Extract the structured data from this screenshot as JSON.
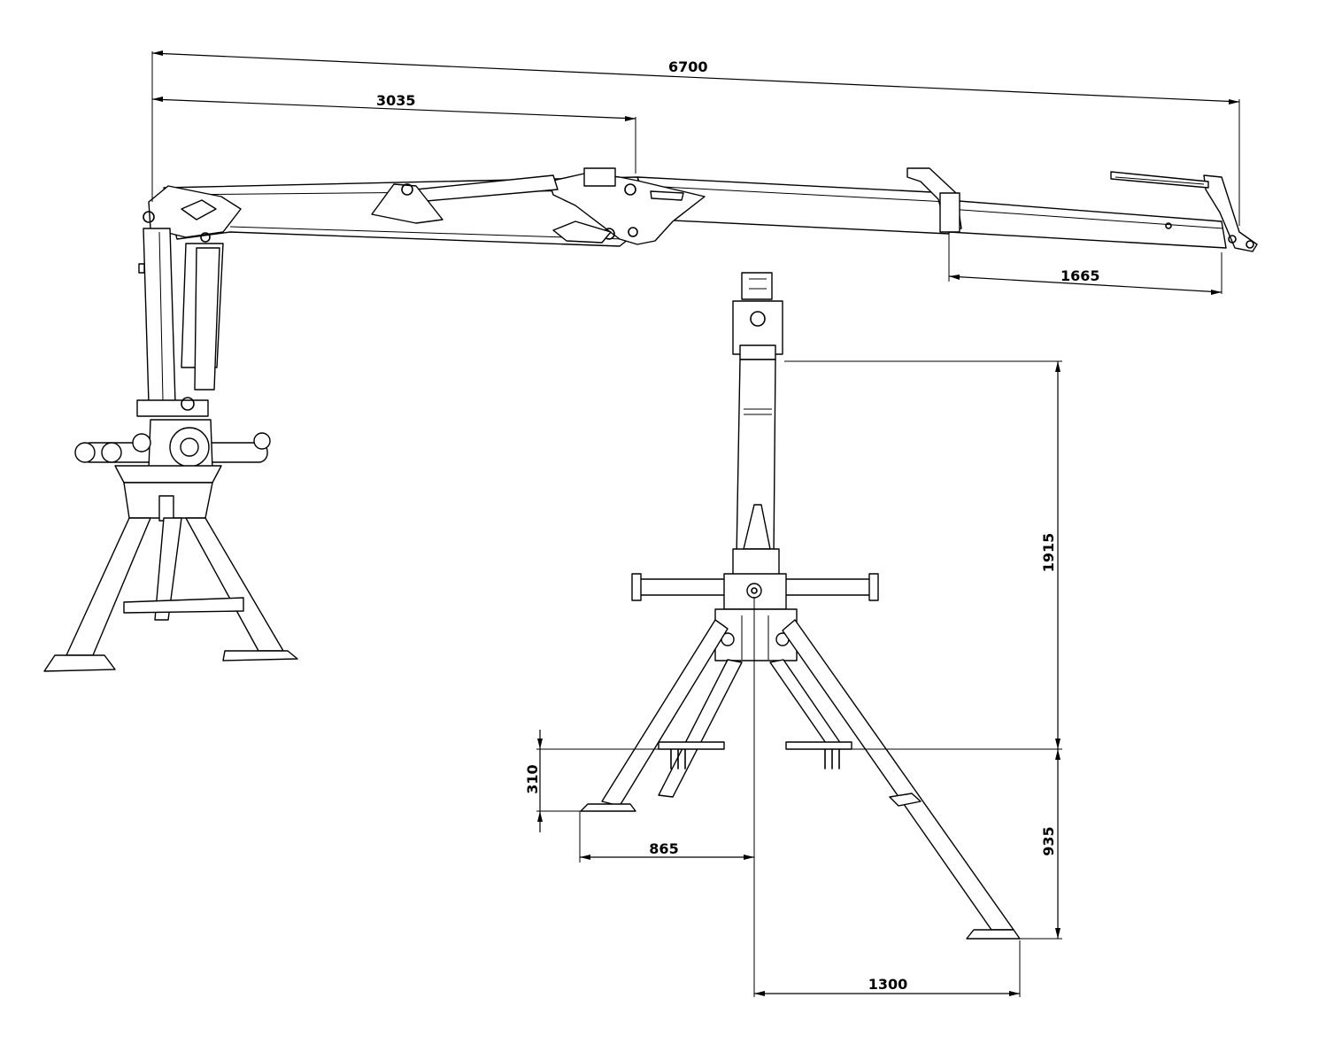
{
  "dimensions": {
    "total_reach": "6700",
    "inner_boom": "3035",
    "extension": "1665",
    "pivot_height": "1915",
    "base_height": "935",
    "foot_height": "310",
    "leg_span_short": "865",
    "leg_span_long": "1300"
  }
}
